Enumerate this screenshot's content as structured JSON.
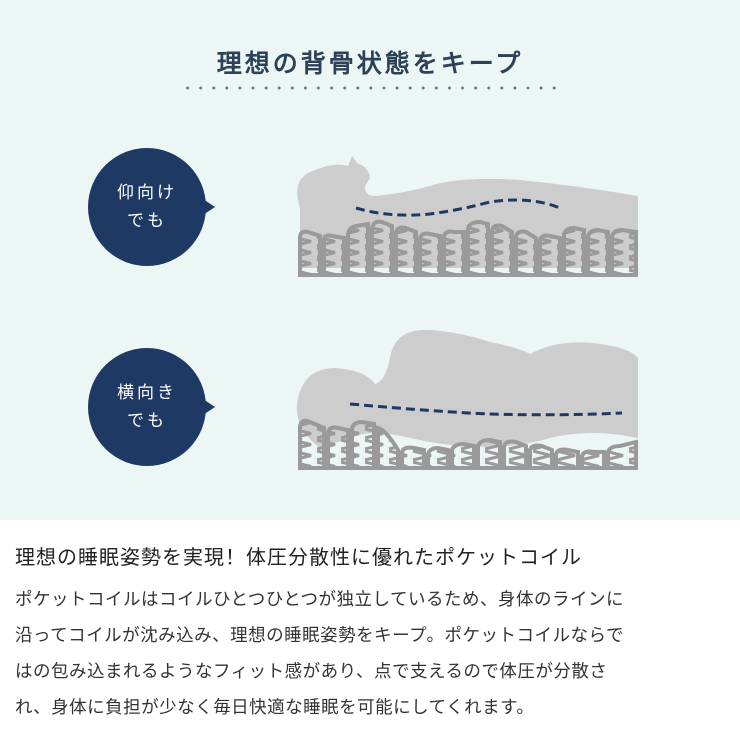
{
  "panel": {
    "title": "理想の背骨状態をキープ",
    "background_color": "#ebf6f5",
    "accent_color": "#1e3a64",
    "positions": [
      {
        "line1": "仰向け",
        "line2": "でも",
        "illustration": "supine-body-on-pocket-coils"
      },
      {
        "line1": "横向き",
        "line2": "でも",
        "illustration": "side-lying-body-on-pocket-coils"
      }
    ]
  },
  "section": {
    "heading": "理想の睡眠姿勢を実現！体圧分散性に優れたポケットコイル",
    "body_lines": [
      "ポケットコイルはコイルひとつひとつが独立しているため、身体のラインに",
      "沿ってコイルが沈み込み、理想の睡眠姿勢をキープ。ポケットコイルならで",
      "はの包み込まれるようなフィット感があり、点で支えるので体圧が分散さ",
      "れ、身体に負担が少なく毎日快適な睡眠を可能にしてくれます。"
    ]
  }
}
